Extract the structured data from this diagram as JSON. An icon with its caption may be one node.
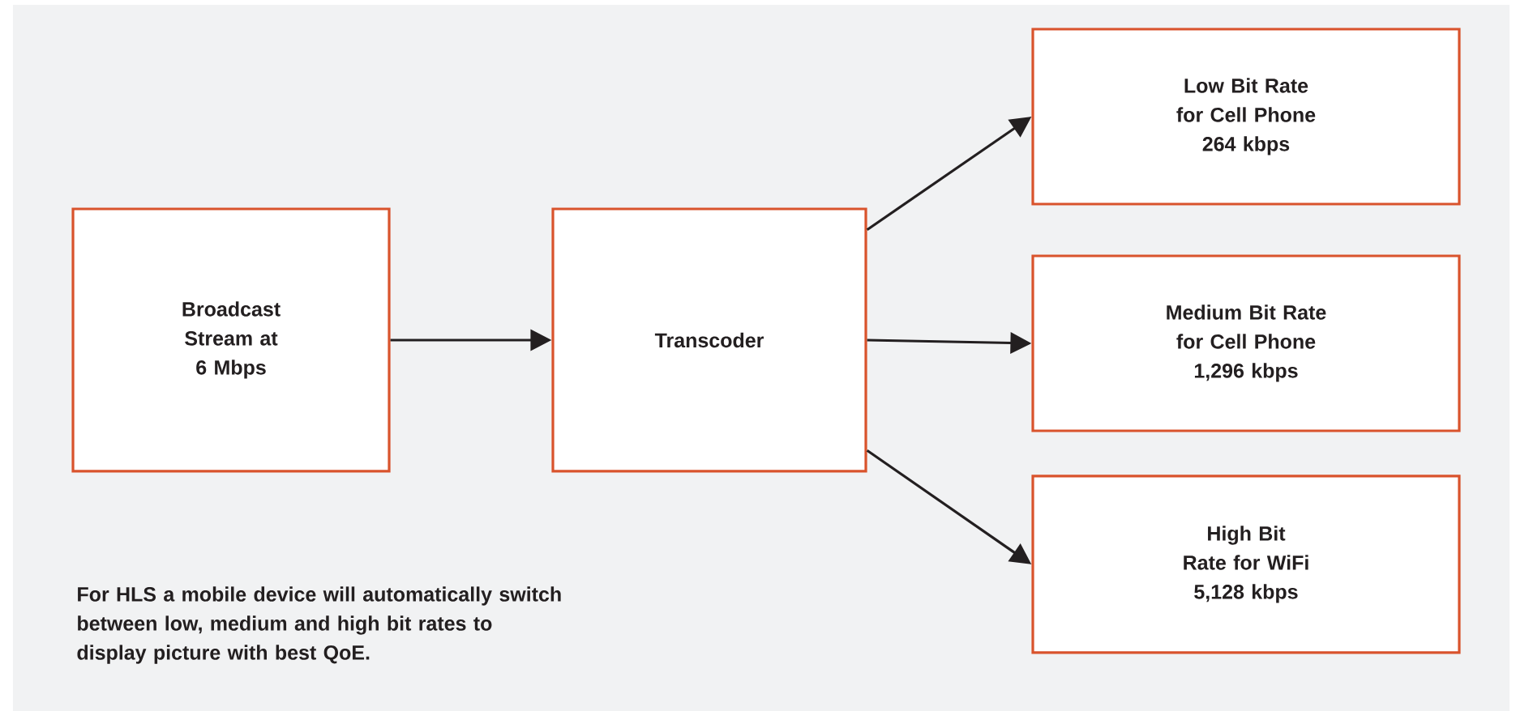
{
  "diagram": {
    "nodes": [
      {
        "text": [
          "Broadcast Stream at 6 Mbps"
        ]
      },
      {
        "text": [
          "Transcoder"
        ]
      },
      {
        "text": [
          "Low Bit Rate for Cell Phone 264 kbps"
        ]
      },
      {
        "text": [
          "Medium Bit Rate for Cell Phone 1,296 kbps"
        ]
      },
      {
        "text": [
          "High Bit Rate for WiFi 5,128 kbps"
        ]
      }
    ],
    "edges": [
      {
        "from": 0,
        "to": 1,
        "arrow": "to"
      },
      {
        "from": 1,
        "to": 2,
        "arrow": "to"
      },
      {
        "from": 1,
        "to": 3,
        "arrow": "to"
      },
      {
        "from": 1,
        "to": 4,
        "arrow": "to"
      }
    ],
    "labels": [
      "For HLS a mobile device will automatically switch between low, medium and high bit rates to display picture with best QoE."
    ]
  }
}
